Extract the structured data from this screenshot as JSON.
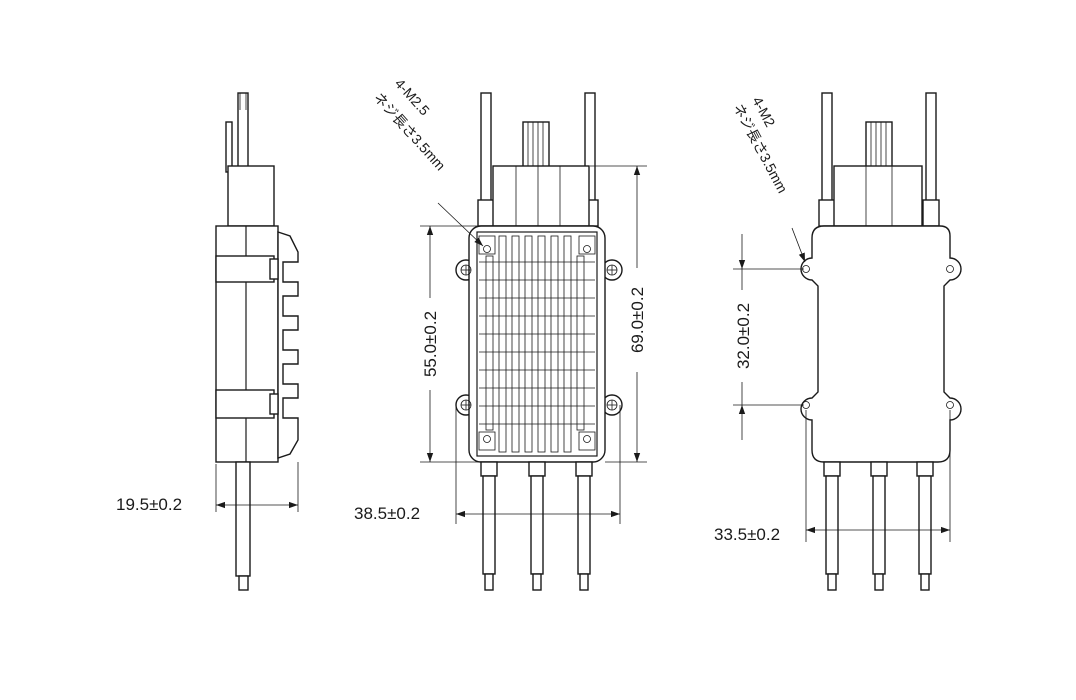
{
  "side_view": {
    "thickness_dim": "19.5±0.2"
  },
  "m25_view": {
    "callout_line1": "4-M2.5",
    "callout_line2": "ネジ長さ3.5mm",
    "hole_spacing_dim": "55.0±0.2",
    "total_length_dim": "69.0±0.2",
    "width_dim": "38.5±0.2"
  },
  "m2_view": {
    "callout_line1": "4-M2",
    "callout_line2": "ネジ長さ3.5mm",
    "hole_spacing_dim": "32.0±0.2",
    "width_dim": "33.5±0.2"
  }
}
